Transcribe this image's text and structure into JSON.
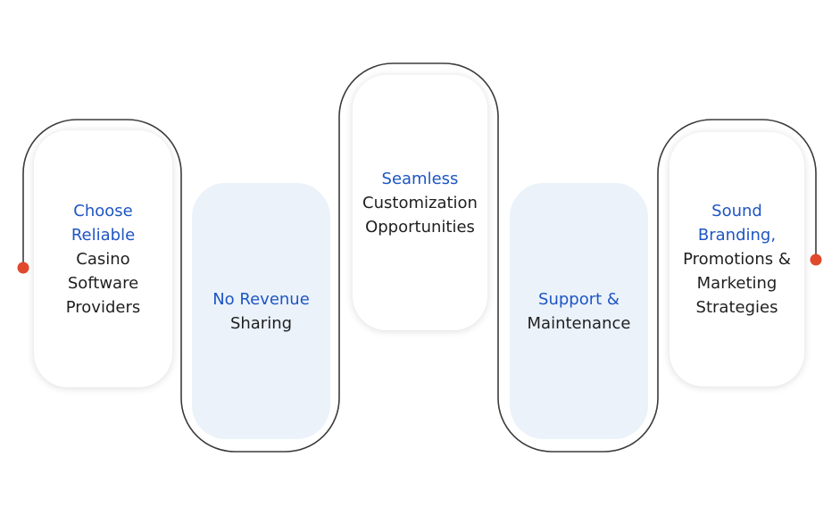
{
  "colors": {
    "connector": "#3b3b3b",
    "endpoint": "#e0492c",
    "highlight": "#1e55c4",
    "text": "#1f1f1f",
    "blue_card": "#ebf2fa"
  },
  "steps": [
    {
      "highlight": [
        "Choose",
        "Reliable"
      ],
      "text": [
        "Casino",
        "Software",
        "Providers"
      ]
    },
    {
      "highlight": [
        "No Revenue"
      ],
      "text": [
        "Sharing"
      ]
    },
    {
      "highlight": [
        "Seamless"
      ],
      "text": [
        "Customization",
        "Opportunities"
      ]
    },
    {
      "highlight": [
        "Support &"
      ],
      "text": [
        "Maintenance"
      ]
    },
    {
      "highlight": [
        "Sound",
        "Branding,"
      ],
      "text": [
        "Promotions &",
        "Marketing",
        "Strategies"
      ]
    }
  ]
}
